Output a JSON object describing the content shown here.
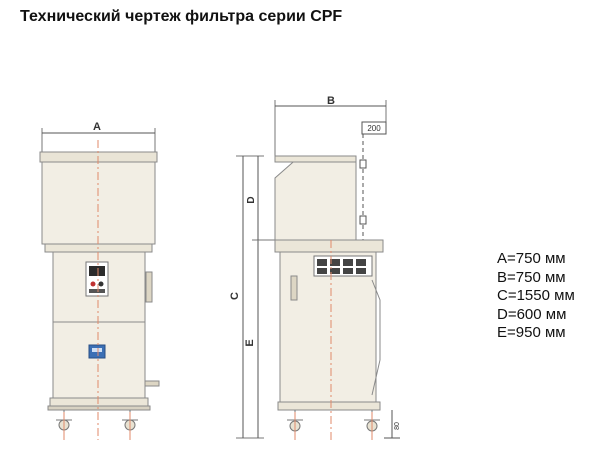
{
  "title": "Технический чертеж фильтра серии CPF",
  "drawing_labels": {
    "a": "A",
    "b": "B",
    "c": "C",
    "d": "D",
    "e": "E",
    "small_top": "200",
    "small_bottom": "80"
  },
  "dimensions": [
    "A=750 мм",
    "B=750 мм",
    "C=1550 мм",
    "D=600 мм",
    "E=950 мм"
  ],
  "colors": {
    "outline": "#8a8a8a",
    "body_fill": "#f2eee4",
    "top_fill": "#ebe6d8",
    "center_line": "#e08a6a",
    "dim_line": "#555555",
    "accent_blue": "#3b6fb5"
  }
}
